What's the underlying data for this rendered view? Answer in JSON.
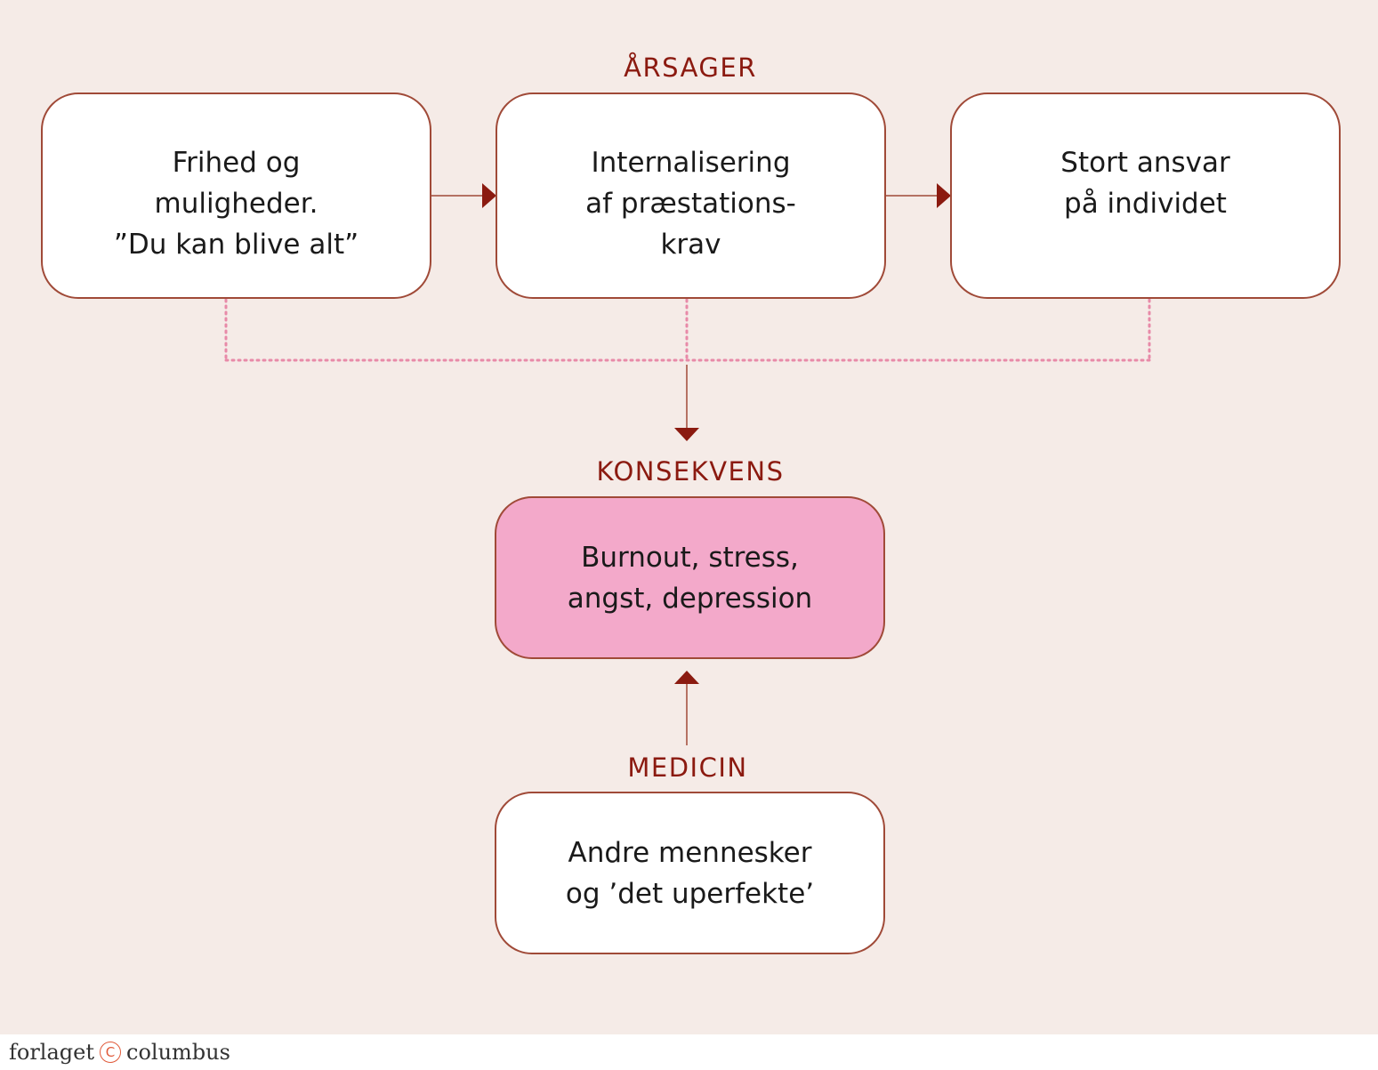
{
  "sections": {
    "causes_label": "ÅRSAGER",
    "consequence_label": "KONSEKVENS",
    "medicine_label": "MEDICIN"
  },
  "boxes": {
    "cause_1": {
      "lines": [
        "Frihed og",
        "muligheder.",
        "”Du kan blive alt”"
      ]
    },
    "cause_2": {
      "lines": [
        "Internalisering",
        "af præstations-",
        "krav"
      ]
    },
    "cause_3": {
      "lines": [
        "Stort ansvar",
        "på individet"
      ]
    },
    "consequence": {
      "lines": [
        "Burnout, stress,",
        "angst, depression"
      ]
    },
    "medicine": {
      "lines": [
        "Andre mennesker",
        "og ’det uperfekte’"
      ]
    }
  },
  "footer": {
    "publisher_left": "forlaget",
    "publisher_mark": "C",
    "publisher_right": "columbus"
  },
  "colors": {
    "background": "#f5ebe7",
    "box_border": "#a04a38",
    "label": "#8b1a10",
    "arrow": "#8b1a10",
    "dotted": "#e88aa8",
    "highlight_box": "#f3a9ca"
  }
}
